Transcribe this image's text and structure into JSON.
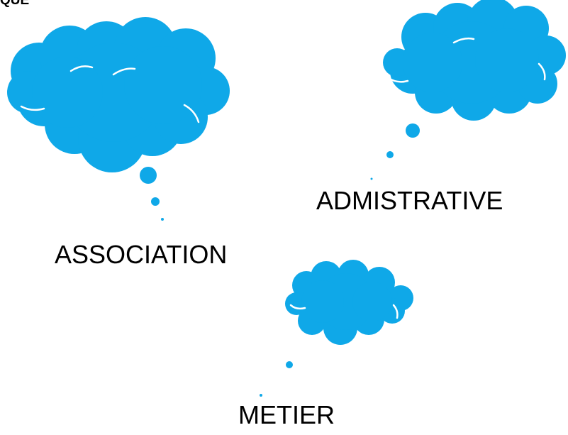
{
  "header_fragment": "QUE",
  "cloud_color": "#0FA8E8",
  "clouds": [
    {
      "name": "ASSOCIATION"
    },
    {
      "name": "ADMISTRATIVE"
    },
    {
      "name": "METIER"
    }
  ]
}
